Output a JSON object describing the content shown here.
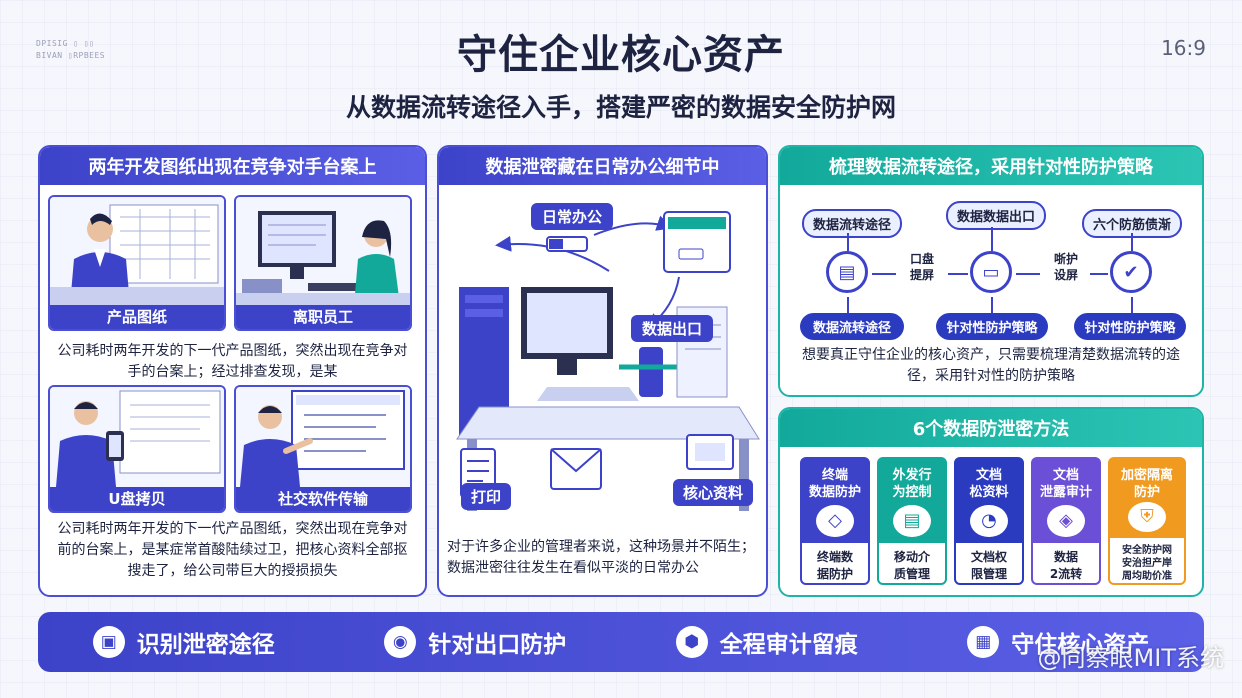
{
  "header": {
    "brand_line1": "DPISIG ▯ ▯▯",
    "brand_line2": "BIVAN ▯RPBEES",
    "title": "守住企业核心资产",
    "subtitle": "从数据流转途径入手，搭建严密的数据安全防护网",
    "ratio": "16:9"
  },
  "panel1": {
    "heading": "两年开发图纸出现在竞争对手台案上",
    "cards": [
      {
        "label": "产品图纸"
      },
      {
        "label": "离职员工"
      },
      {
        "label": "U盘拷贝"
      },
      {
        "label": "社交软件传输"
      }
    ],
    "para_top": "公司耗时两年开发的下一代产品图纸，突然出现在竞争对手的台案上；经过排查发现，是某",
    "para_bottom": "公司耗时两年开发的下一代产品图纸，突然出现在竞争对前的台案上，是某症常首酸陆续过卫，把核心资料全部抠搜走了，给公司带巨大的授损损失"
  },
  "panel2": {
    "heading": "数据泄密藏在日常办公细节中",
    "daily_office": "日常办公",
    "data_exit": "数据出口",
    "print": "打印",
    "core_data": "核心资料",
    "para": "对于许多企业的管理者来说，这种场景并不陌生；数据泄密往往发生在看似平淡的日常办公"
  },
  "panel3": {
    "heading": "梳理数据流转途径，采用针对性防护策略",
    "top_left": "数据流转途径",
    "top_mid": "数据数据出口",
    "top_right": "六个防筋债渐",
    "mid_a": "口盘\n提屏",
    "mid_b": "哳护\n设屏",
    "bot_left": "数据流转途径",
    "bot_mid": "针对性防护策略",
    "bot_right": "针对性防护策略",
    "para": "想要真正守住企业的核心资产，只需要梳理清楚数据流转的途径，采用针对性的防护策略"
  },
  "panel4": {
    "heading": "6个数据防泄密方法",
    "methods": [
      {
        "title": "终端\n数据防护",
        "desc": "终端数\n据防护",
        "color": "#3d43c9",
        "icon": "eraser-icon"
      },
      {
        "title": "外发行\n为控制",
        "desc": "移动介\n质管理",
        "color": "#12a99b",
        "icon": "document-icon"
      },
      {
        "title": "文档\n松资料",
        "desc": "文档权\n限管理",
        "color": "#2b3bc0",
        "icon": "chart-icon"
      },
      {
        "title": "文档\n泄露审计",
        "desc": "数据\n2流转",
        "color": "#6b4fd6",
        "icon": "tag-icon"
      },
      {
        "title": "加密隔离\n防护",
        "desc": "安全防护网\n安治担产岸\n周均助价准",
        "color": "#f09a1f",
        "icon": "shield-icon"
      }
    ]
  },
  "bottom": {
    "items": [
      {
        "label": "识别泄密途径",
        "icon": "lock-icon"
      },
      {
        "label": "针对出口防护",
        "icon": "target-icon"
      },
      {
        "label": "全程审计留痕",
        "icon": "cube-icon"
      },
      {
        "label": "守住核心资产",
        "icon": "image-icon"
      }
    ],
    "watermark": "@同察眼MIT系统"
  }
}
